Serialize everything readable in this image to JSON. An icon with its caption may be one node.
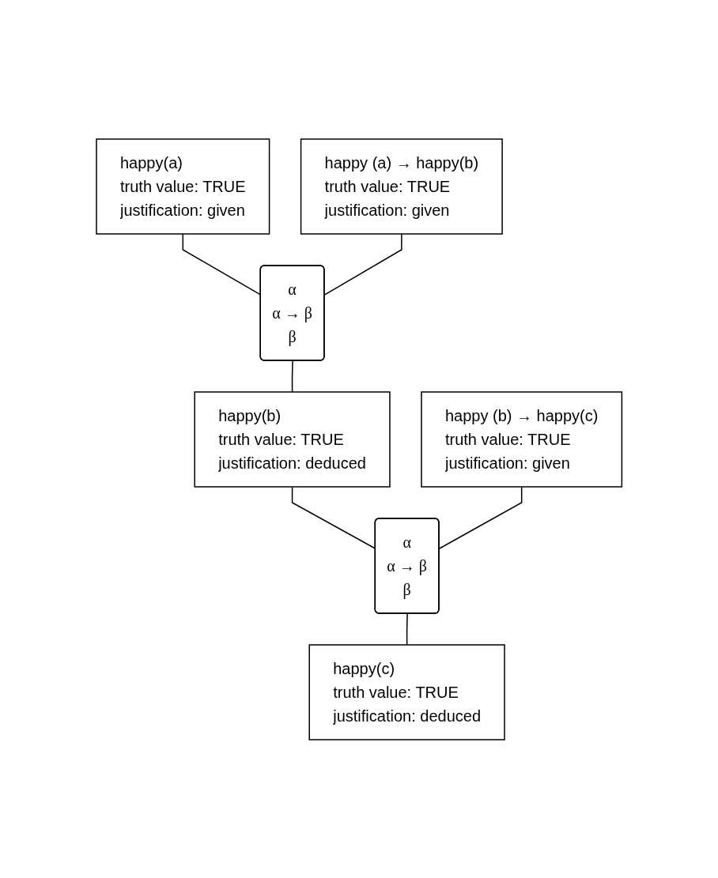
{
  "diagram": {
    "nodes": [
      {
        "text": [
          "happy(a)",
          "truth value: TRUE",
          "justification: given"
        ]
      },
      {
        "text": [
          "happy (a) → happy(b)",
          "truth value: TRUE",
          "justification: given"
        ]
      },
      {
        "text": [
          "α",
          "α → β",
          "β"
        ]
      },
      {
        "text": [
          "happy(b)",
          "truth value: TRUE",
          "justification: deduced"
        ]
      },
      {
        "text": [
          "happy (b) → happy(c)",
          "truth value: TRUE",
          "justification: given"
        ]
      },
      {
        "text": [
          "α",
          "α → β",
          "β"
        ]
      },
      {
        "text": [
          "happy(c)",
          "truth value: TRUE",
          "justification: deduced"
        ]
      }
    ],
    "edges": [
      {
        "from": 0,
        "to": 2,
        "arrow": "none"
      },
      {
        "from": 1,
        "to": 2,
        "arrow": "none"
      },
      {
        "from": 2,
        "to": 3,
        "arrow": "none"
      },
      {
        "from": 3,
        "to": 5,
        "arrow": "none"
      },
      {
        "from": 4,
        "to": 5,
        "arrow": "none"
      },
      {
        "from": 5,
        "to": 6,
        "arrow": "none"
      }
    ]
  }
}
